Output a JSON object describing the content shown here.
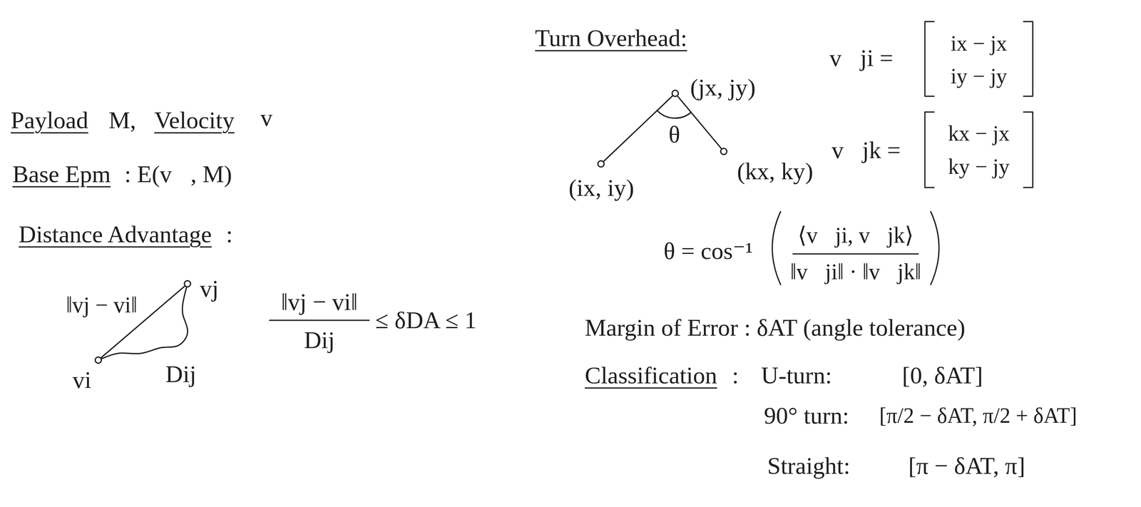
{
  "diagram": {
    "nodes": [
      {
        "text": [
          "vj"
        ]
      },
      {
        "text": [
          "vi"
        ]
      },
      {
        "text": [
          "(jx, jy)"
        ]
      },
      {
        "text": [
          "(ix, iy)"
        ]
      },
      {
        "text": [
          "(kx, ky)"
        ]
      }
    ],
    "edges": [
      {
        "from": 1,
        "to": 0,
        "arrow": "none",
        "label": "‖vj − vi‖"
      },
      {
        "from": 1,
        "to": 0,
        "arrow": "none",
        "label": "Dij"
      },
      {
        "from": 3,
        "to": 2,
        "arrow": "none"
      },
      {
        "from": 2,
        "to": 4,
        "arrow": "none"
      }
    ],
    "labels": [
      "Payload",
      "M,",
      "Velocity",
      "v⃗",
      "Base Epm",
      ": E(v⃗, M)",
      "Distance Advantage",
      ":",
      "‖vj − vi‖",
      "Dij",
      "≤ δDA ≤ 1",
      "Turn Overhead:",
      "θ",
      "v⃗ji =",
      "ix − jx",
      "iy − jy",
      "v⃗jk =",
      "kx − jx",
      "ky − jy",
      "θ = cos⁻¹",
      "⟨v⃗ji, v⃗jk⟩",
      "‖v⃗ji‖ · ‖v⃗jk‖",
      "Margin of Error : δAT (angle tolerance)",
      "Classification",
      ":",
      "U-turn:",
      "[0, δAT]",
      "90° turn:",
      "[π/2 − δAT, π/2 + δAT]",
      "Straight:",
      "[π − δAT, π]"
    ]
  }
}
